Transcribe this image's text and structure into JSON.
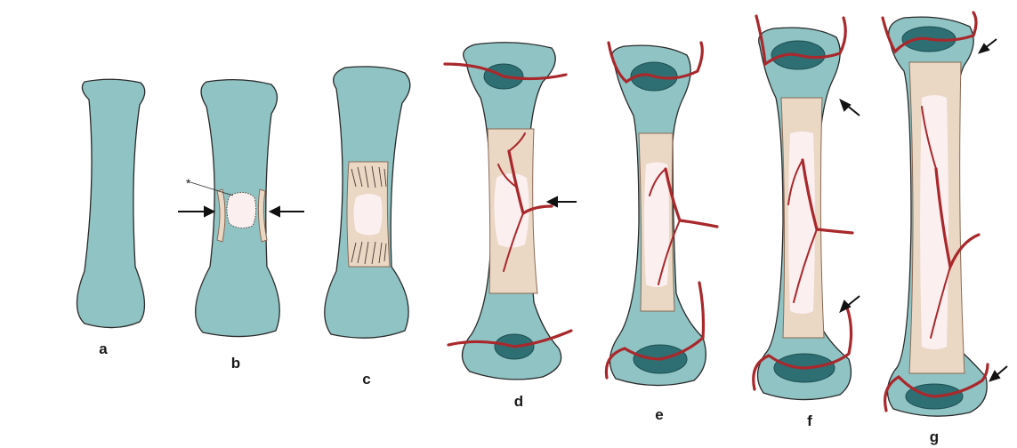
{
  "labels": {
    "a": "a",
    "b": "b",
    "c": "c",
    "d": "d",
    "e": "e",
    "f": "f",
    "g": "g",
    "asterisk": "*"
  },
  "colors": {
    "cartilage": "#8fc3c4",
    "bone_collar": "#ead7c4",
    "marrow": "#fbeff0",
    "vessels": "#a9282c",
    "secondary_center": "#2e6f73",
    "outline": "#2a2a2a"
  },
  "icons": [
    "arrow-icon",
    "blood-vessel-icon"
  ]
}
